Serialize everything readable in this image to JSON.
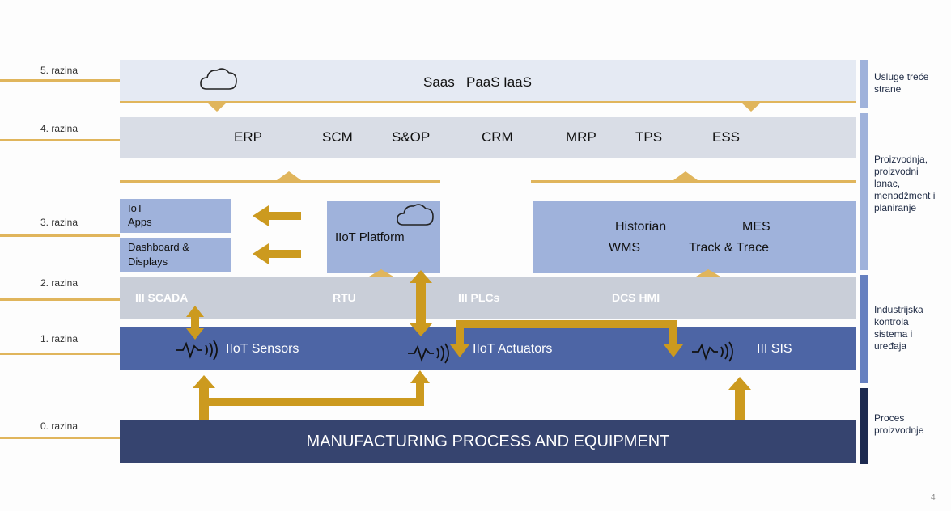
{
  "levels": [
    {
      "label": "5. razina"
    },
    {
      "label": "4. razina"
    },
    {
      "label": "3. razina"
    },
    {
      "label": "2. razina"
    },
    {
      "label": "1. razina"
    },
    {
      "label": "0. razina"
    }
  ],
  "level5": {
    "items": [
      "Saas",
      "PaaS",
      "IaaS"
    ]
  },
  "level4": {
    "items": [
      "ERP",
      "SCM",
      "S&OP",
      "CRM",
      "MRP",
      "TPS",
      "ESS"
    ]
  },
  "level3": {
    "iot_apps": [
      "IoT",
      "Apps"
    ],
    "dashboard": [
      "Dashboard &",
      "Displays"
    ],
    "platform": "IIoT Platform",
    "right": {
      "historian": "Historian",
      "mes": "MES",
      "wms": "WMS",
      "track": "Track & Trace"
    }
  },
  "level2": {
    "items": [
      "III SCADA",
      "RTU",
      "III PLCs",
      "DCS HMI"
    ]
  },
  "level1": {
    "sensors": "IIoT Sensors",
    "actuators": "IIoT Actuators",
    "sis": "III SIS"
  },
  "level0": {
    "title": "MANUFACTURING PROCESS AND EQUIPMENT"
  },
  "side": {
    "third_party": "Usluge treće strane",
    "production": "Proizvodnja, proizvodni lanac, menadžment i planiranje",
    "control": "Industrijska kontrola sistema i uređaja",
    "process": "Proces proizvodnje"
  },
  "page_number": "4",
  "colors": {
    "gold": "#cc9a1f",
    "gold_line": "#e0b55c",
    "band5": "#e5eaf3",
    "band4": "#d9dde6",
    "band3": "#9fb2db",
    "band2": "#c9ced8",
    "band1": "#4d65a5",
    "band0": "#36446f"
  }
}
